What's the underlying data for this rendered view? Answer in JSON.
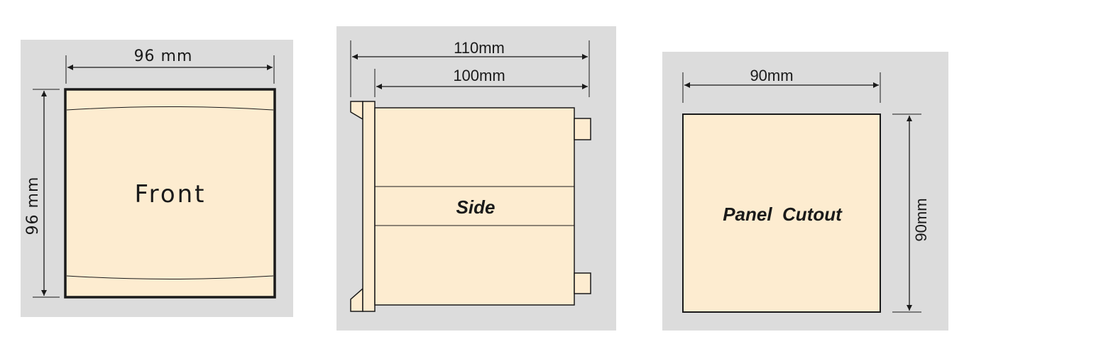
{
  "colors": {
    "panel_background": "#dcdcdc",
    "body_fill": "#fdecd0",
    "outline": "#1a1a1a"
  },
  "front": {
    "title": "Front",
    "width_label": "96 mm",
    "height_label": "96 mm"
  },
  "side": {
    "title": "Side",
    "total_depth_label": "110mm",
    "body_depth_label": "100mm"
  },
  "cutout": {
    "title": "Panel  Cutout",
    "width_label": "90mm",
    "height_label": "90mm"
  }
}
